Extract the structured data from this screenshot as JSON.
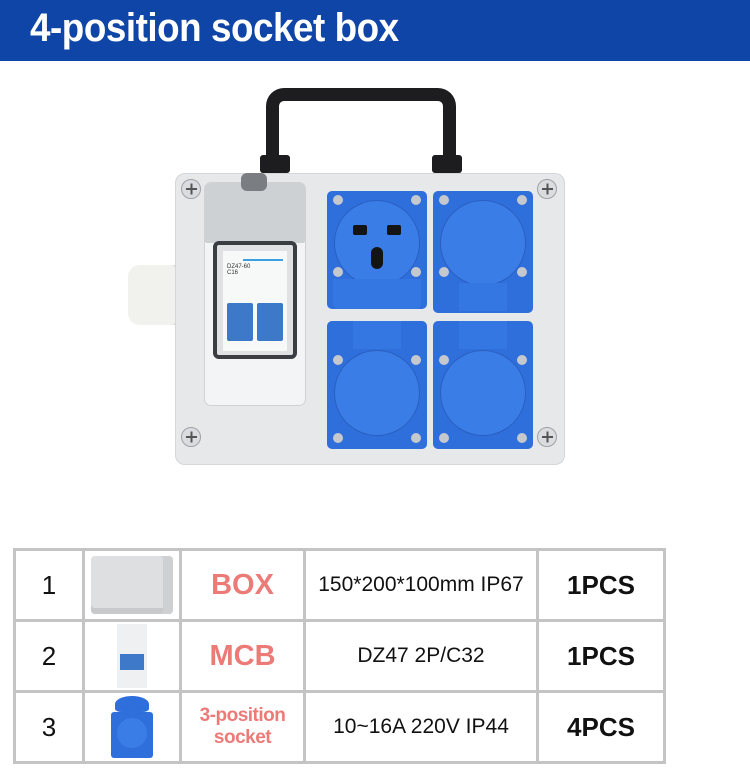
{
  "header": {
    "title": "4-position socket box",
    "background_color": "#0f45a6"
  },
  "product_image": {
    "description": "Grey enclosure with black carry handle, transparent-lid MCB window and four blue universal sockets",
    "mcb_label": "DZ47-60",
    "mcb_rating": "C16"
  },
  "components_table": {
    "rows": [
      {
        "index": "1",
        "image": "grey-enclosure-box",
        "name": "BOX",
        "spec": "150*200*100mm  IP67",
        "qty": "1PCS"
      },
      {
        "index": "2",
        "image": "mcb-breaker",
        "name": "MCB",
        "spec": "DZ47 2P/C32",
        "qty": "1PCS"
      },
      {
        "index": "3",
        "image": "blue-universal-socket",
        "name": "3-position socket",
        "spec": "10~16A  220V  IP44",
        "qty": "4PCS"
      }
    ],
    "name_color": "#ec7b78",
    "border_color": "#c4c4c4"
  }
}
